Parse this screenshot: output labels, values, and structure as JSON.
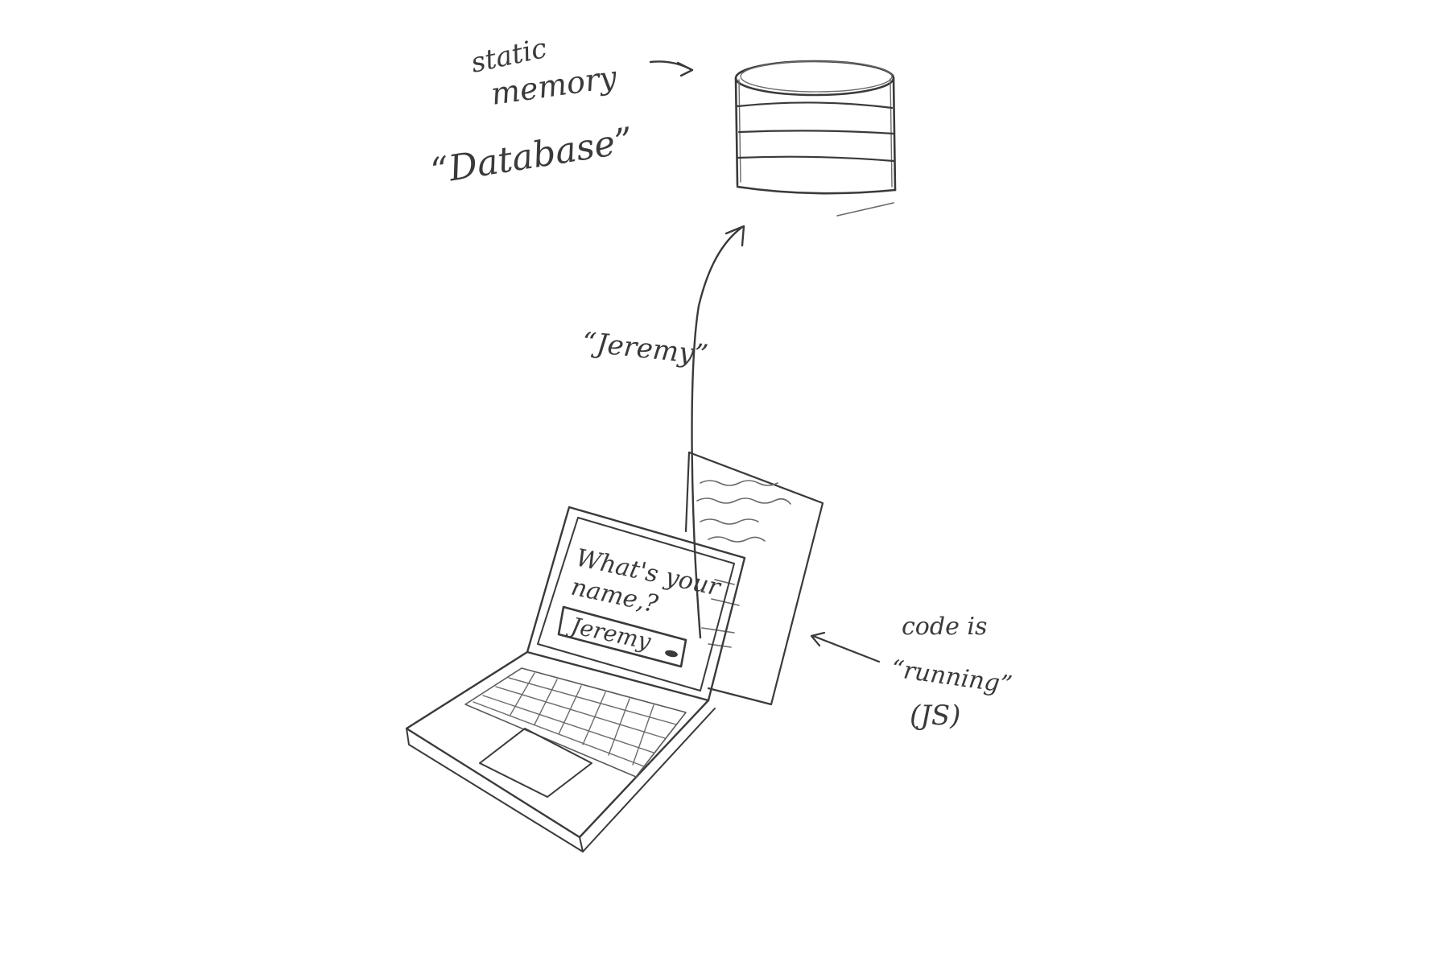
{
  "colors": {
    "background": "#ffffff",
    "ink": "#3a3a3a",
    "ink_light": "#6a6a6a"
  },
  "labels": {
    "static_line1": "static",
    "static_line2": "memory",
    "database": "“Database”",
    "payload": "“Jeremy”",
    "prompt_line1": "What's your",
    "prompt_line2": "name,?",
    "input_value": "Jeremy",
    "code_line1": "code is",
    "code_line2": "“running”",
    "code_line3": "(JS)"
  },
  "icons": {
    "database": "database-cylinder-icon",
    "laptop": "laptop-icon",
    "code_page": "code-document-icon"
  }
}
